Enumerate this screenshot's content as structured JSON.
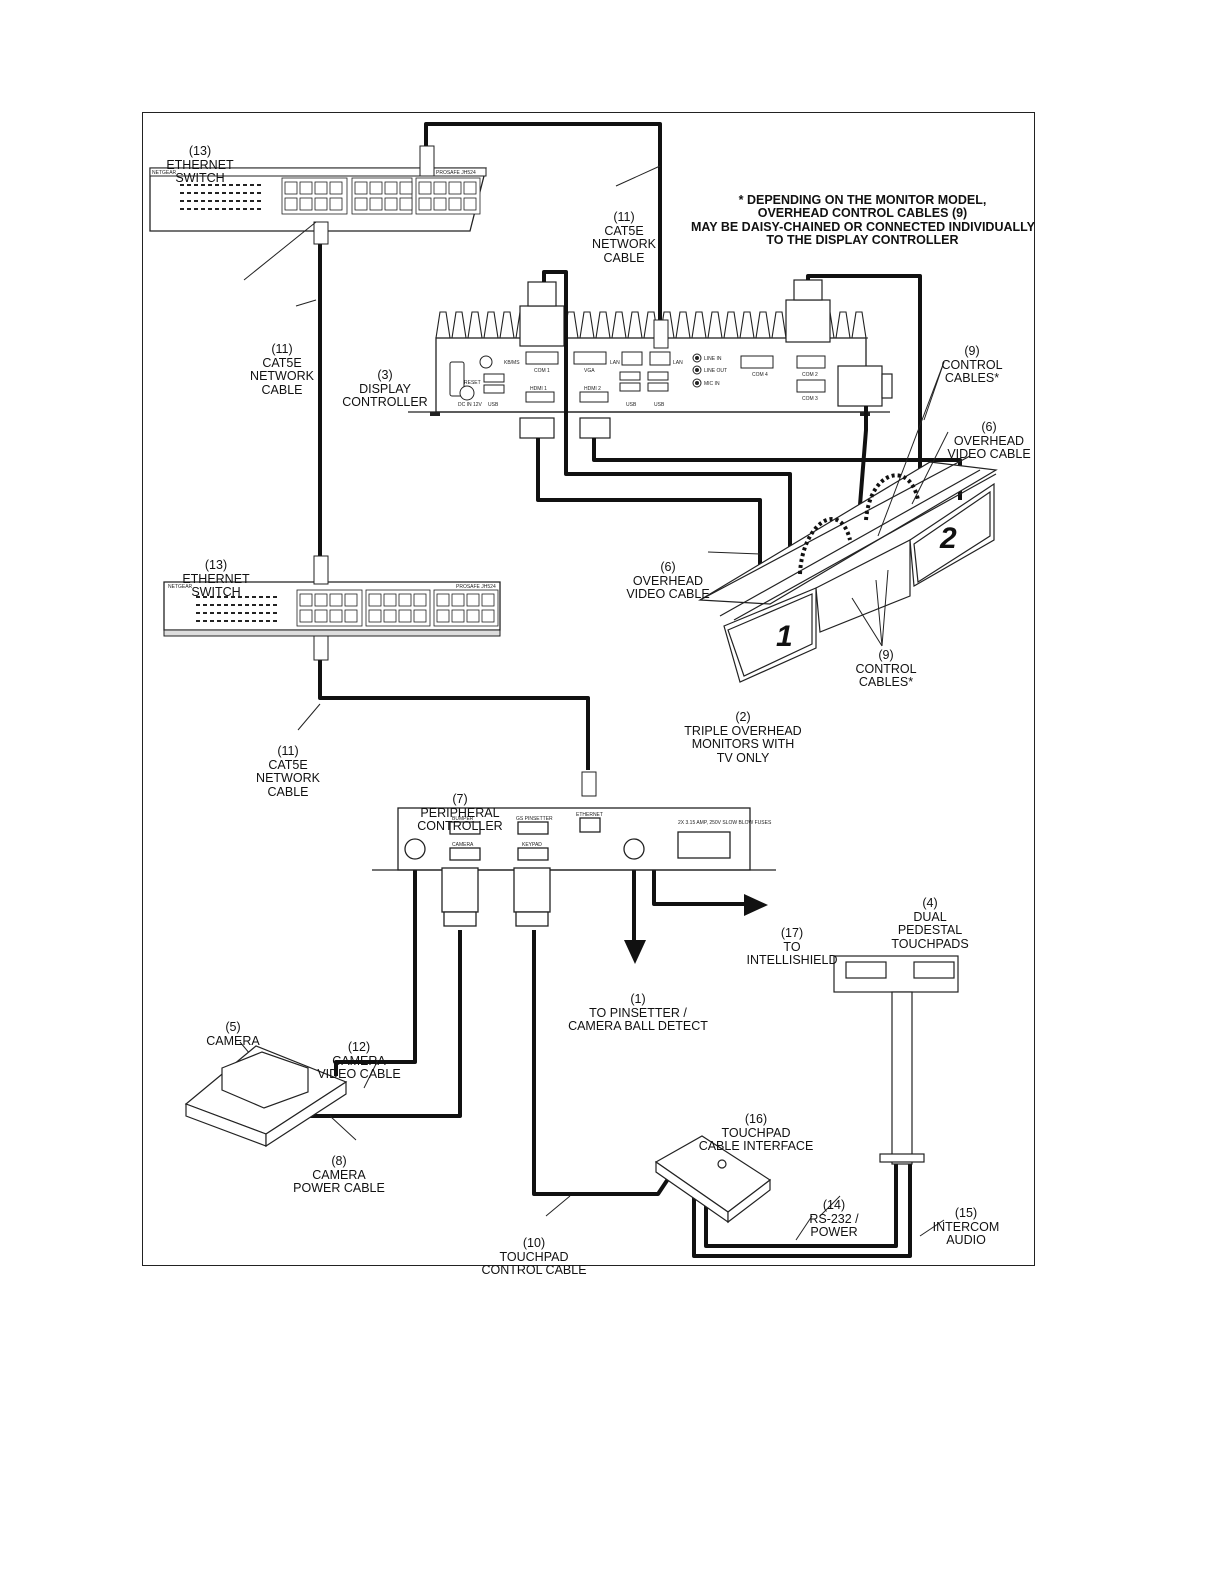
{
  "note": {
    "lines": [
      "* DEPENDING ON THE MONITOR MODEL,",
      "OVERHEAD CONTROL CABLES (9)",
      "MAY BE DAISY-CHAINED OR CONNECTED INDIVIDUALLY",
      "TO THE DISPLAY CONTROLLER"
    ]
  },
  "labels": {
    "switch_top": [
      "(13)",
      "ETHERNET",
      "SWITCH"
    ],
    "switch_bottom": [
      "(13)",
      "ETHERNET",
      "SWITCH"
    ],
    "cat5e_top": [
      "(11)",
      "CAT5E",
      "NETWORK",
      "CABLE"
    ],
    "cat5e_left": [
      "(11)",
      "CAT5E",
      "NETWORK",
      "CABLE"
    ],
    "cat5e_bottom": [
      "(11)",
      "CAT5E",
      "NETWORK",
      "CABLE"
    ],
    "display_controller": [
      "(3)",
      "DISPLAY",
      "CONTROLLER"
    ],
    "control_cables_top": [
      "(9)",
      "CONTROL",
      "CABLES*"
    ],
    "overhead_video_right": [
      "(6)",
      "OVERHEAD",
      "VIDEO CABLE"
    ],
    "overhead_video_left": [
      "(6)",
      "OVERHEAD",
      "VIDEO CABLE"
    ],
    "control_cables_bottom": [
      "(9)",
      "CONTROL",
      "CABLES*"
    ],
    "monitors": [
      "(2)",
      "TRIPLE OVERHEAD",
      "MONITORS WITH",
      "TV ONLY"
    ],
    "peripheral_controller": [
      "(7)",
      "PERIPHERAL",
      "CONTROLLER"
    ],
    "intellishield": [
      "(17)",
      "TO",
      "INTELLISHIELD"
    ],
    "pinsetter": [
      "(1)",
      "TO PINSETTER /",
      "CAMERA BALL DETECT"
    ],
    "dual_pedestal": [
      "(4)",
      "DUAL",
      "PEDESTAL",
      "TOUCHPADS"
    ],
    "camera": [
      "(5)",
      "CAMERA"
    ],
    "camera_video_cable": [
      "(12)",
      "CAMERA",
      "VIDEO CABLE"
    ],
    "camera_power_cable": [
      "(8)",
      "CAMERA",
      "POWER CABLE"
    ],
    "touchpad_interface": [
      "(16)",
      "TOUCHPAD",
      "CABLE INTERFACE"
    ],
    "rs232": [
      "(14)",
      "RS-232 /",
      "POWER"
    ],
    "intercom": [
      "(15)",
      "INTERCOM",
      "AUDIO"
    ],
    "touchpad_control": [
      "(10)",
      "TOUCHPAD",
      "CONTROL CABLE"
    ]
  },
  "device_text": {
    "switch_brand": "NETGEAR",
    "switch_model": "PROSAFE JH524",
    "monitor_1": "1",
    "monitor_2": "2",
    "dc_ports": [
      "KB/MS",
      "COM 1",
      "VGA",
      "LAN",
      "LAN",
      "LINE IN",
      "LINE OUT",
      "MIC IN",
      "COM 4",
      "COM 2",
      "COM 3",
      "HDMI 1",
      "HDMI 2",
      "USB",
      "USB",
      "USB",
      "DC IN 12V",
      "RESET"
    ],
    "pc_ports": [
      "BUMPER",
      "GS PINSETTER",
      "ETHERNET",
      "CAMERA",
      "KEYPAD",
      "2X 3.15 AMP, 250V SLOW BLOW FUSES"
    ]
  }
}
